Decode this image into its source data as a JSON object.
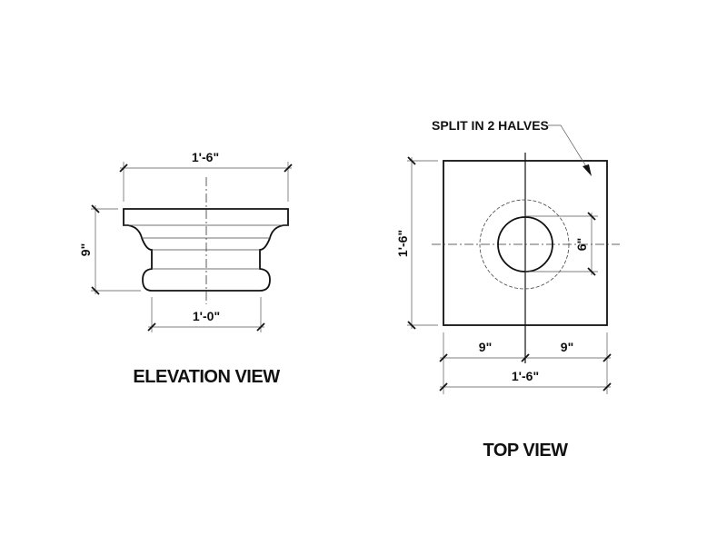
{
  "elevation_view": {
    "title": "ELEVATION VIEW",
    "dim_top_width": "1'-6\"",
    "dim_bottom_width": "1'-0\"",
    "dim_height": "9\""
  },
  "top_view": {
    "title": "TOP VIEW",
    "note": "SPLIT IN 2 HALVES",
    "dim_height": "1'-6\"",
    "dim_circle": "6\"",
    "dim_left_half": "9\"",
    "dim_right_half": "9\"",
    "dim_total_width": "1'-6\""
  }
}
